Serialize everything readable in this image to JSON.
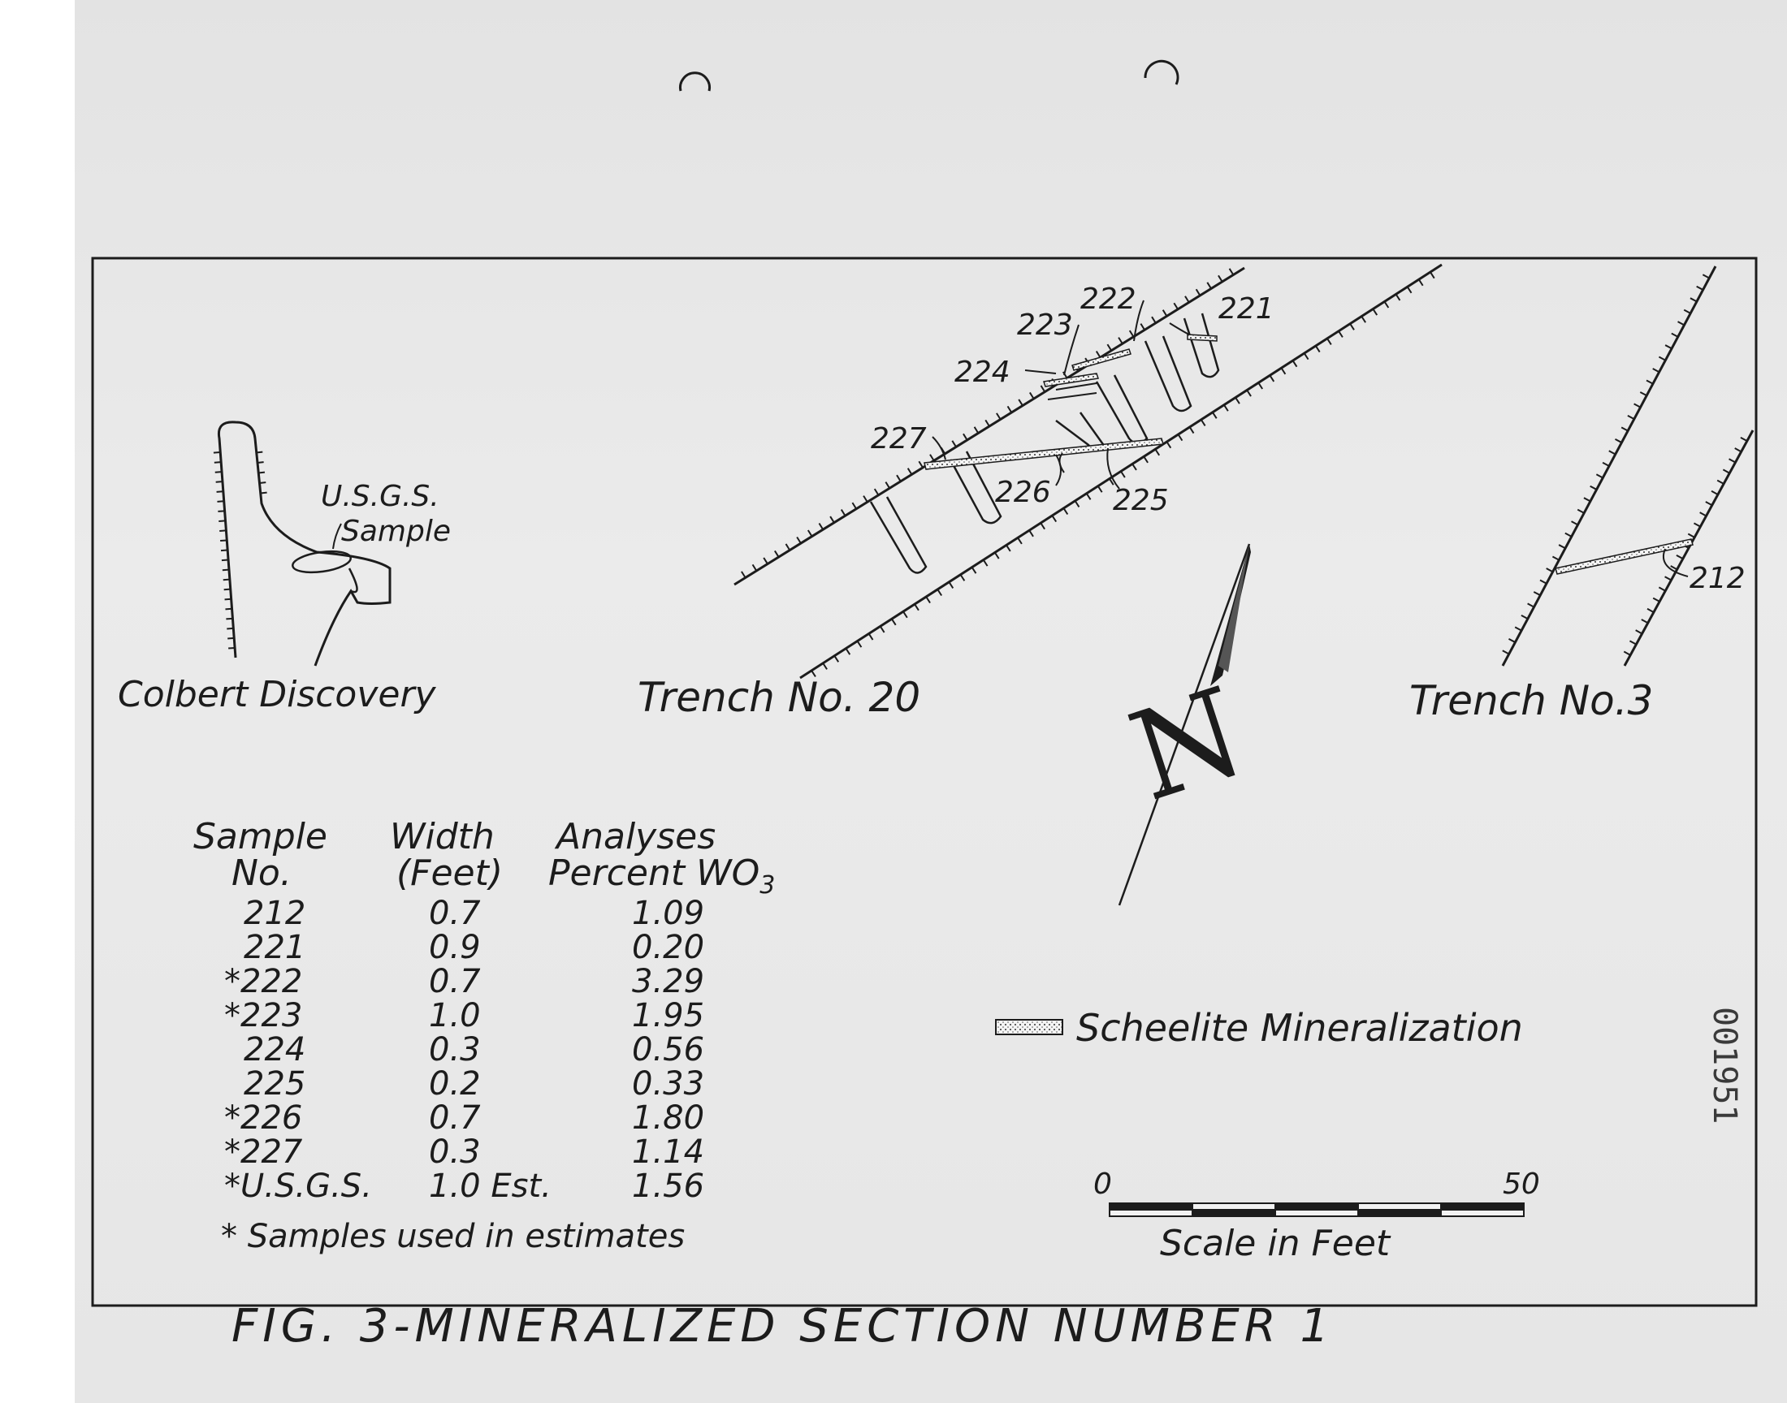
{
  "labels": {
    "colbert_discovery": "Colbert Discovery",
    "usgs_sample_line1": "U.S.G.S.",
    "usgs_sample_line2": "Sample",
    "trench_20": "Trench No. 20",
    "trench_3": "Trench No.3",
    "sample_numbers": [
      "221",
      "222",
      "223",
      "224",
      "225",
      "226",
      "227",
      "212"
    ],
    "north": "N"
  },
  "table": {
    "headers": {
      "sample_line1": "Sample",
      "sample_line2": "No.",
      "width_line1": "Width",
      "width_line2": "(Feet)",
      "analyses_line1": "Analyses",
      "analyses_line2": "Percent WO",
      "analyses_sub": "3"
    },
    "rows": [
      {
        "sample": "212",
        "width": "0.7",
        "wo3": "1.09"
      },
      {
        "sample": "221",
        "width": "0.9",
        "wo3": "0.20"
      },
      {
        "sample": "*222",
        "width": "0.7",
        "wo3": "3.29"
      },
      {
        "sample": "*223",
        "width": "1.0",
        "wo3": "1.95"
      },
      {
        "sample": "224",
        "width": "0.3",
        "wo3": "0.56"
      },
      {
        "sample": "225",
        "width": "0.2",
        "wo3": "0.33"
      },
      {
        "sample": "*226",
        "width": "0.7",
        "wo3": "1.80"
      },
      {
        "sample": "*227",
        "width": "0.3",
        "wo3": "1.14"
      },
      {
        "sample": "*U.S.G.S.",
        "width": "1.0 Est.",
        "wo3": "1.56"
      }
    ],
    "footnote": "* Samples used in estimates"
  },
  "legend": {
    "scheelite": "Scheelite Mineralization"
  },
  "scale": {
    "start": "0",
    "end": "50",
    "caption": "Scale in Feet"
  },
  "caption": "FIG. 3-MINERALIZED   SECTION   NUMBER 1",
  "margin_stamp": "001951"
}
